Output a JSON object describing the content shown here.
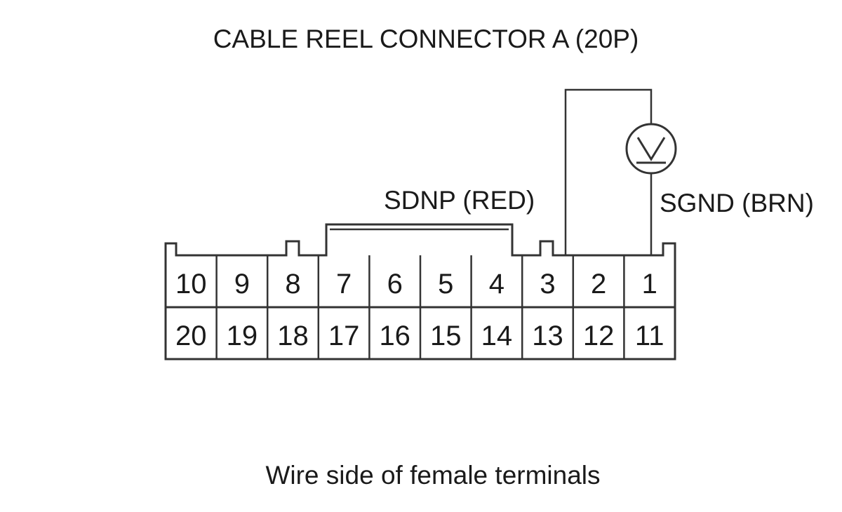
{
  "title": "CABLE REEL CONNECTOR A (20P)",
  "caption": "Wire side of female terminals",
  "wires": {
    "sdnp_label": "SDNP (RED)",
    "sgnd_label": "SGND (BRN)"
  },
  "meter": {
    "icon": "voltmeter-icon",
    "symbol": "V"
  },
  "connector": {
    "top_row": [
      "10",
      "9",
      "8",
      "7",
      "6",
      "5",
      "4",
      "3",
      "2",
      "1"
    ],
    "bottom_row": [
      "20",
      "19",
      "18",
      "17",
      "16",
      "15",
      "14",
      "13",
      "12",
      "11"
    ],
    "probed_terminals": [
      "3",
      "1"
    ]
  }
}
